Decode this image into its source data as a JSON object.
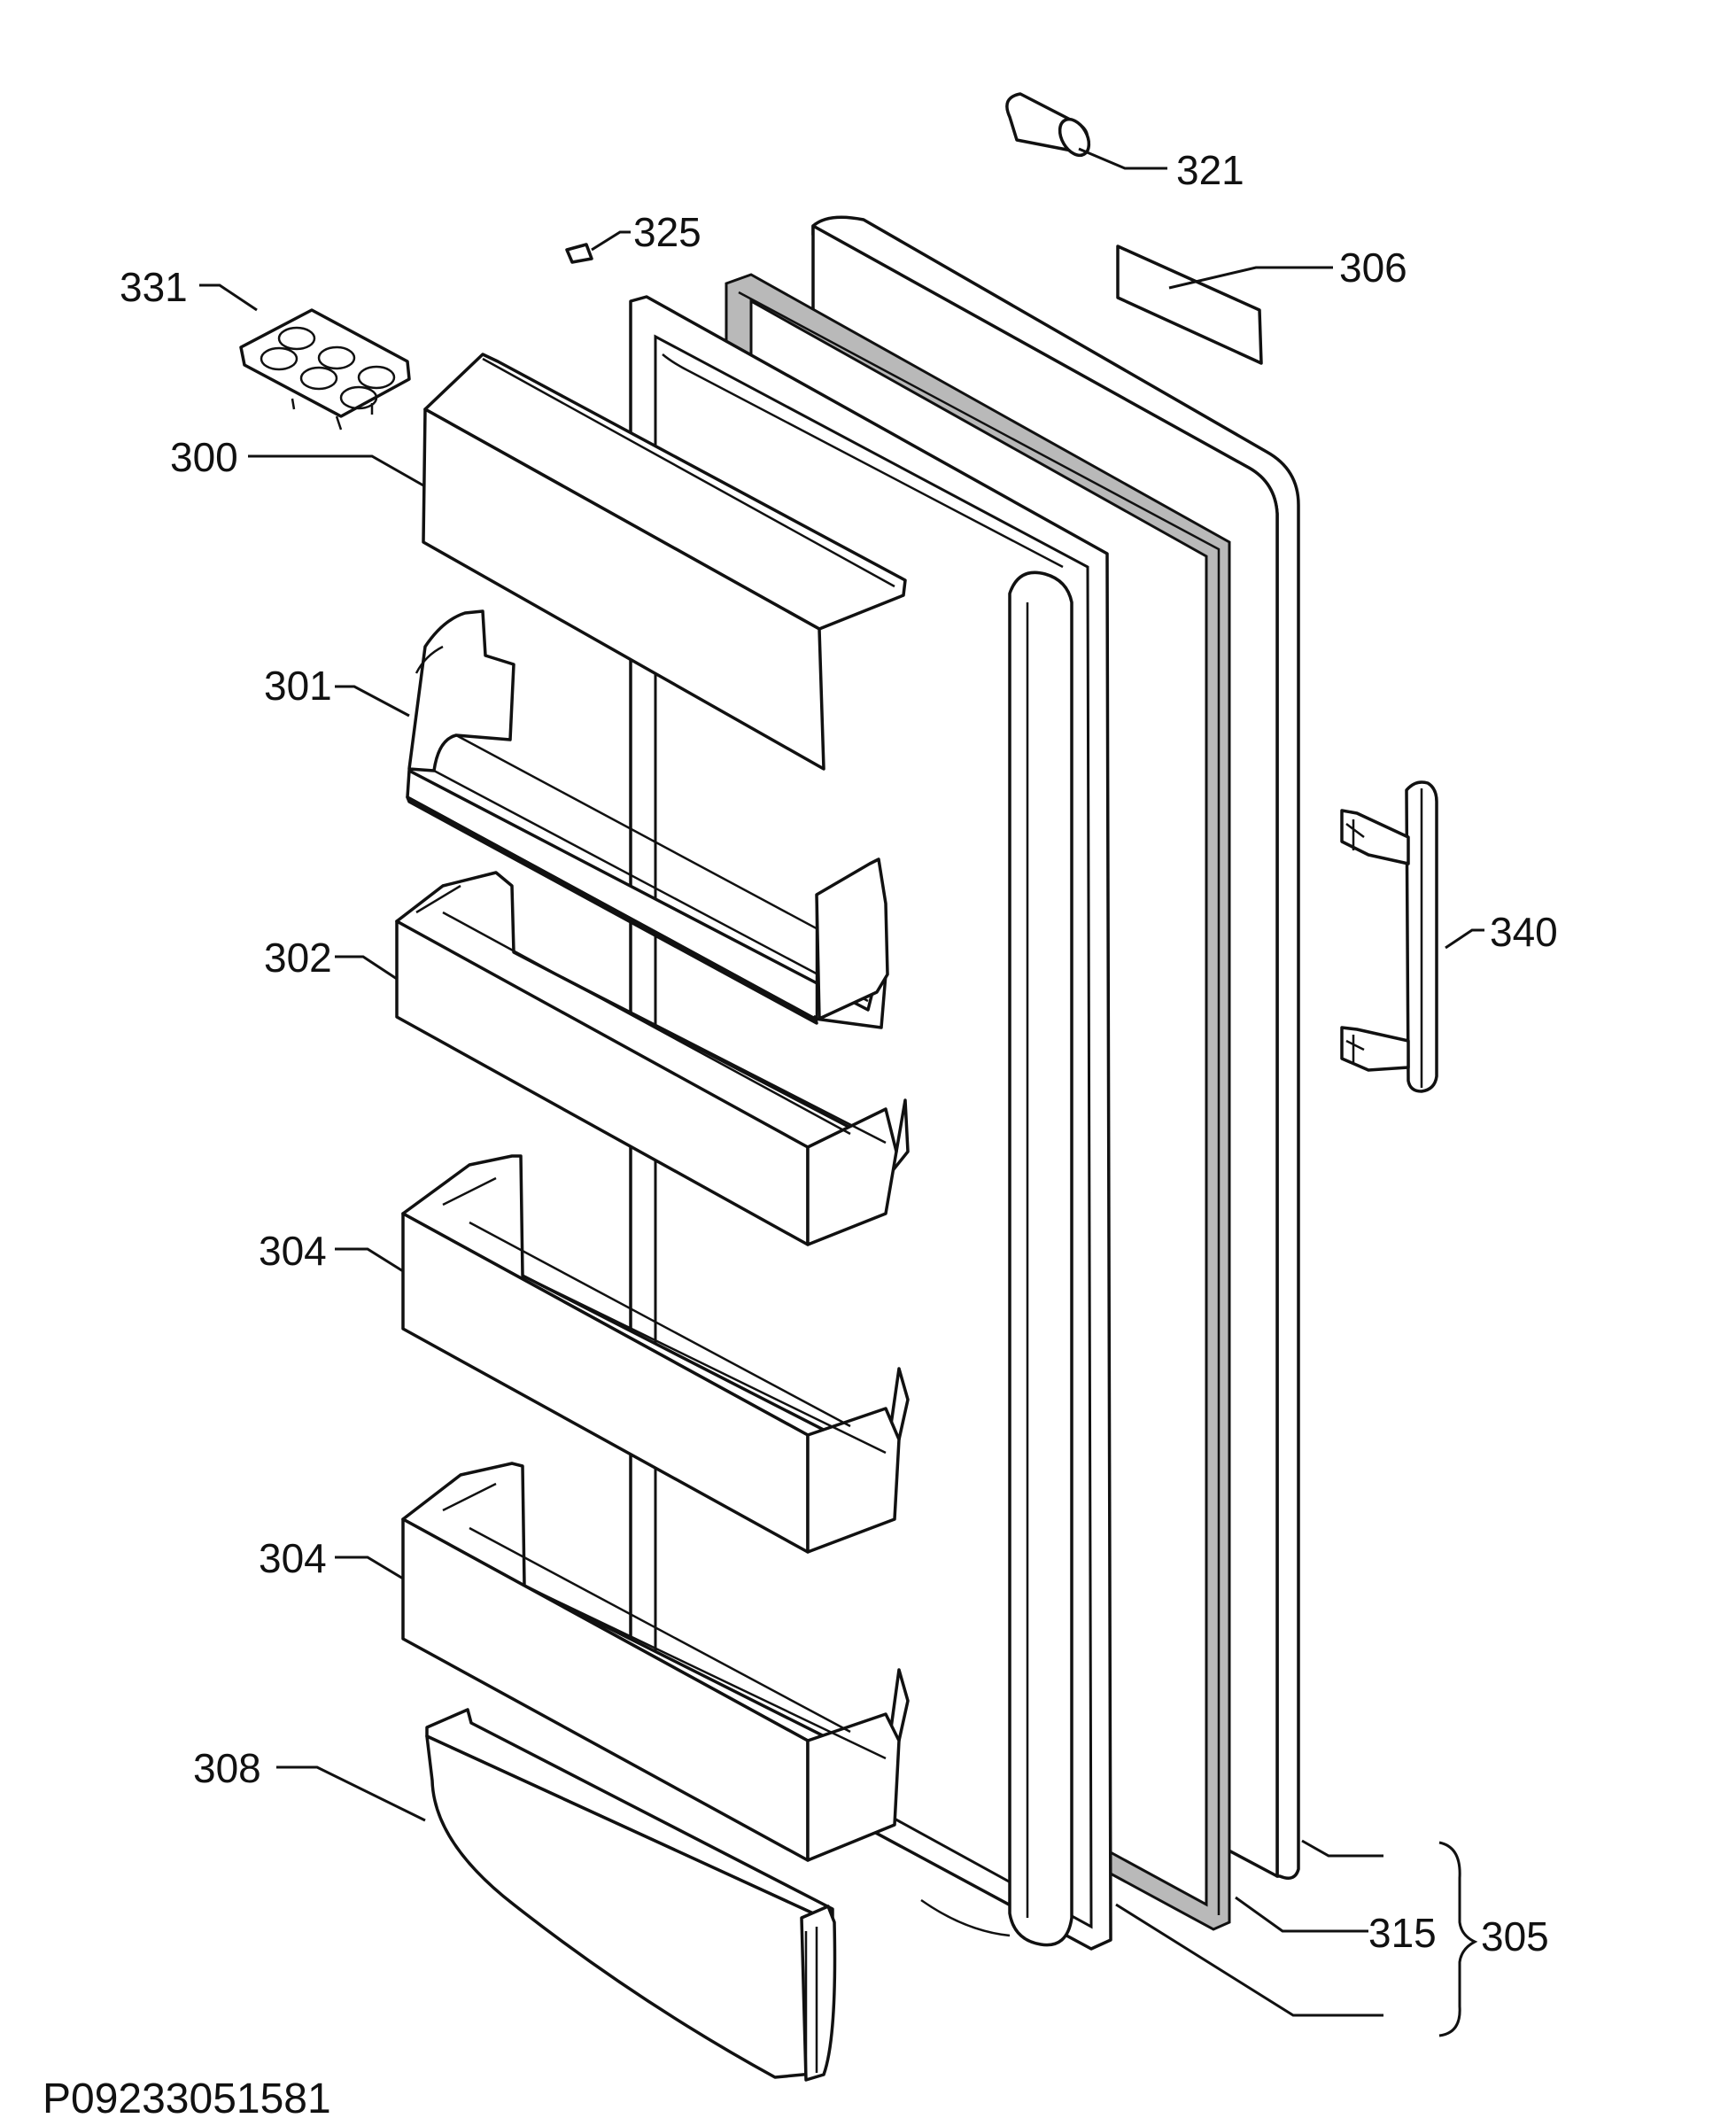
{
  "figure_id": "P09233051581",
  "labels": {
    "l321": "321",
    "l325": "325",
    "l306": "306",
    "l331": "331",
    "l300": "300",
    "l301": "301",
    "l302": "302",
    "l304a": "304",
    "l304b": "304",
    "l308": "308",
    "l340": "340",
    "l315": "315",
    "l305": "305"
  },
  "colors": {
    "line": "#111111",
    "gasket": "#b9b9b9",
    "background": "#ffffff"
  }
}
